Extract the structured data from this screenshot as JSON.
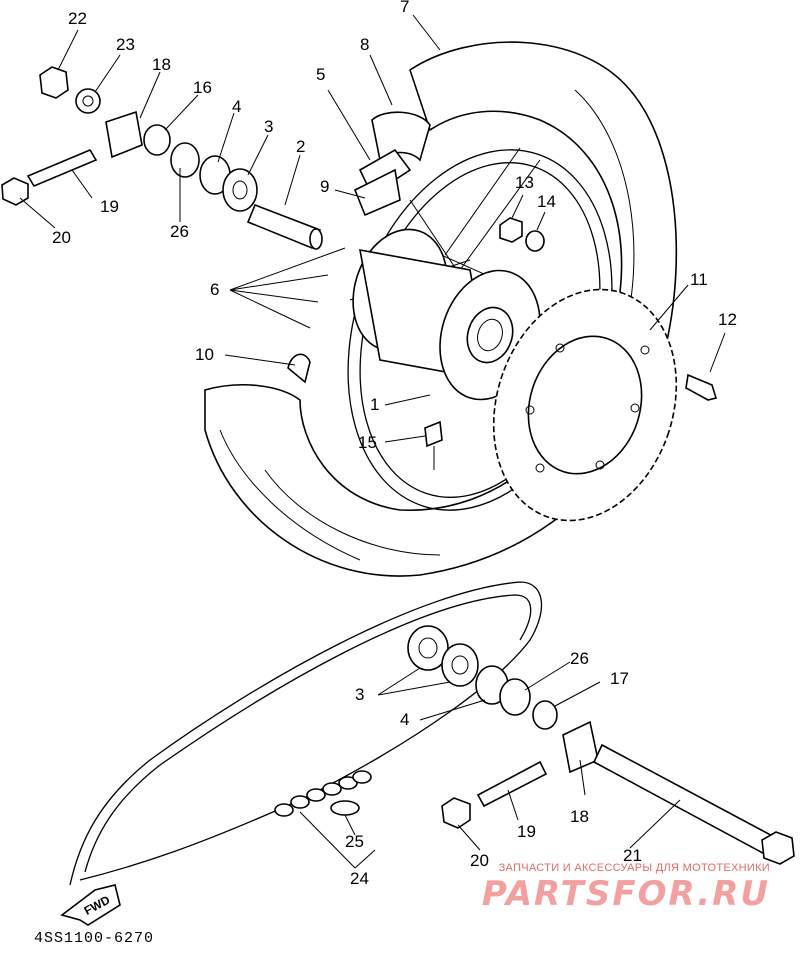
{
  "diagram": {
    "code": "4SS1100-6270",
    "fwd_label": "FWD",
    "watermark": {
      "subtitle": "ЗАПЧАСТИ И АКСЕССУАРЫ ДЛЯ МОТОТЕХНИКИ",
      "brand": "PARTSFOR.RU"
    },
    "callouts": [
      {
        "id": "22",
        "text": "22"
      },
      {
        "id": "23",
        "text": "23"
      },
      {
        "id": "18a",
        "text": "18"
      },
      {
        "id": "16",
        "text": "16"
      },
      {
        "id": "4a",
        "text": "4"
      },
      {
        "id": "3a",
        "text": "3"
      },
      {
        "id": "19a",
        "text": "19"
      },
      {
        "id": "20a",
        "text": "20"
      },
      {
        "id": "26a",
        "text": "26"
      },
      {
        "id": "2",
        "text": "2"
      },
      {
        "id": "5",
        "text": "5"
      },
      {
        "id": "8",
        "text": "8"
      },
      {
        "id": "7",
        "text": "7"
      },
      {
        "id": "9",
        "text": "9"
      },
      {
        "id": "13",
        "text": "13"
      },
      {
        "id": "14",
        "text": "14"
      },
      {
        "id": "6",
        "text": "6"
      },
      {
        "id": "11",
        "text": "11"
      },
      {
        "id": "12",
        "text": "12"
      },
      {
        "id": "10",
        "text": "10"
      },
      {
        "id": "1",
        "text": "1"
      },
      {
        "id": "15",
        "text": "15"
      },
      {
        "id": "26b",
        "text": "26"
      },
      {
        "id": "3b",
        "text": "3"
      },
      {
        "id": "17",
        "text": "17"
      },
      {
        "id": "4b",
        "text": "4"
      },
      {
        "id": "18b",
        "text": "18"
      },
      {
        "id": "19b",
        "text": "19"
      },
      {
        "id": "25",
        "text": "25"
      },
      {
        "id": "20b",
        "text": "20"
      },
      {
        "id": "21",
        "text": "21"
      },
      {
        "id": "24",
        "text": "24"
      }
    ]
  }
}
